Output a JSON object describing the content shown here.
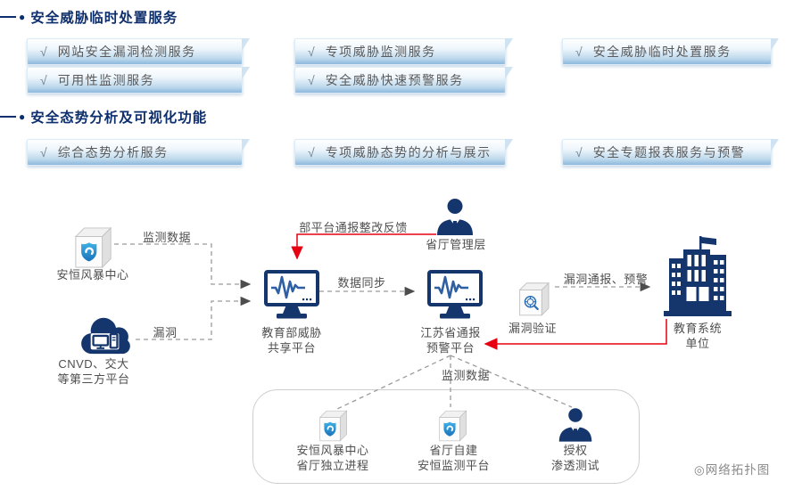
{
  "glyphs": {
    "bullet": "●",
    "check": "√"
  },
  "colors": {
    "navy": "#15356d",
    "header_navy": "#0e2f6d",
    "red": "#e60012",
    "ribbon_blue": "#8db9dd",
    "shield_blue": "#2b9ed8",
    "dash_gray": "#9b9b9b",
    "label_gray": "#4f4f4f"
  },
  "sections": [
    {
      "title": "安全威胁临时处置服务",
      "boxes": [
        {
          "label": "网站安全漏洞检测服务"
        },
        {
          "label": "可用性监测服务"
        },
        {
          "label": "专项威胁监测服务"
        },
        {
          "label": "安全威胁快速预警服务"
        },
        {
          "label": "安全威胁临时处置服务"
        }
      ]
    },
    {
      "title": "安全态势分析及可视化功能",
      "boxes": [
        {
          "label": "综合态势分析服务"
        },
        {
          "label": "专项威胁态势的分析与展示"
        },
        {
          "label": "安全专题报表服务与预警"
        }
      ]
    }
  ],
  "topology": {
    "nodes": {
      "anheng_center": {
        "label": "安恒风暴中心"
      },
      "cnvd": {
        "line1": "CNVD、交大",
        "line2": "等第三方平台"
      },
      "moe_platform": {
        "line1": "教育部威胁",
        "line2": "共享平台"
      },
      "jiangsu_platform": {
        "line1": "江苏省通报",
        "line2": "预警平台"
      },
      "manager": {
        "label": "省厅管理层"
      },
      "vuln_verify": {
        "label": "漏洞验证"
      },
      "edu_unit": {
        "line1": "教育系统",
        "line2": "单位"
      },
      "group": {
        "anheng_process": {
          "line1": "安恒风暴中心",
          "line2": "省厅独立进程"
        },
        "self_built": {
          "line1": "省厅自建",
          "line2": "安恒监测平台"
        },
        "pentest": {
          "line1": "授权",
          "line2": "渗透测试"
        }
      }
    },
    "edge_labels": {
      "monitor_data_top": "监测数据",
      "vuln": "漏洞",
      "data_sync": "数据同步",
      "feedback": "部平台通报整改反馈",
      "vuln_notify": "漏洞通报、预警",
      "monitor_data_bottom": "监测数据"
    },
    "caption": "◎网络拓扑图"
  }
}
